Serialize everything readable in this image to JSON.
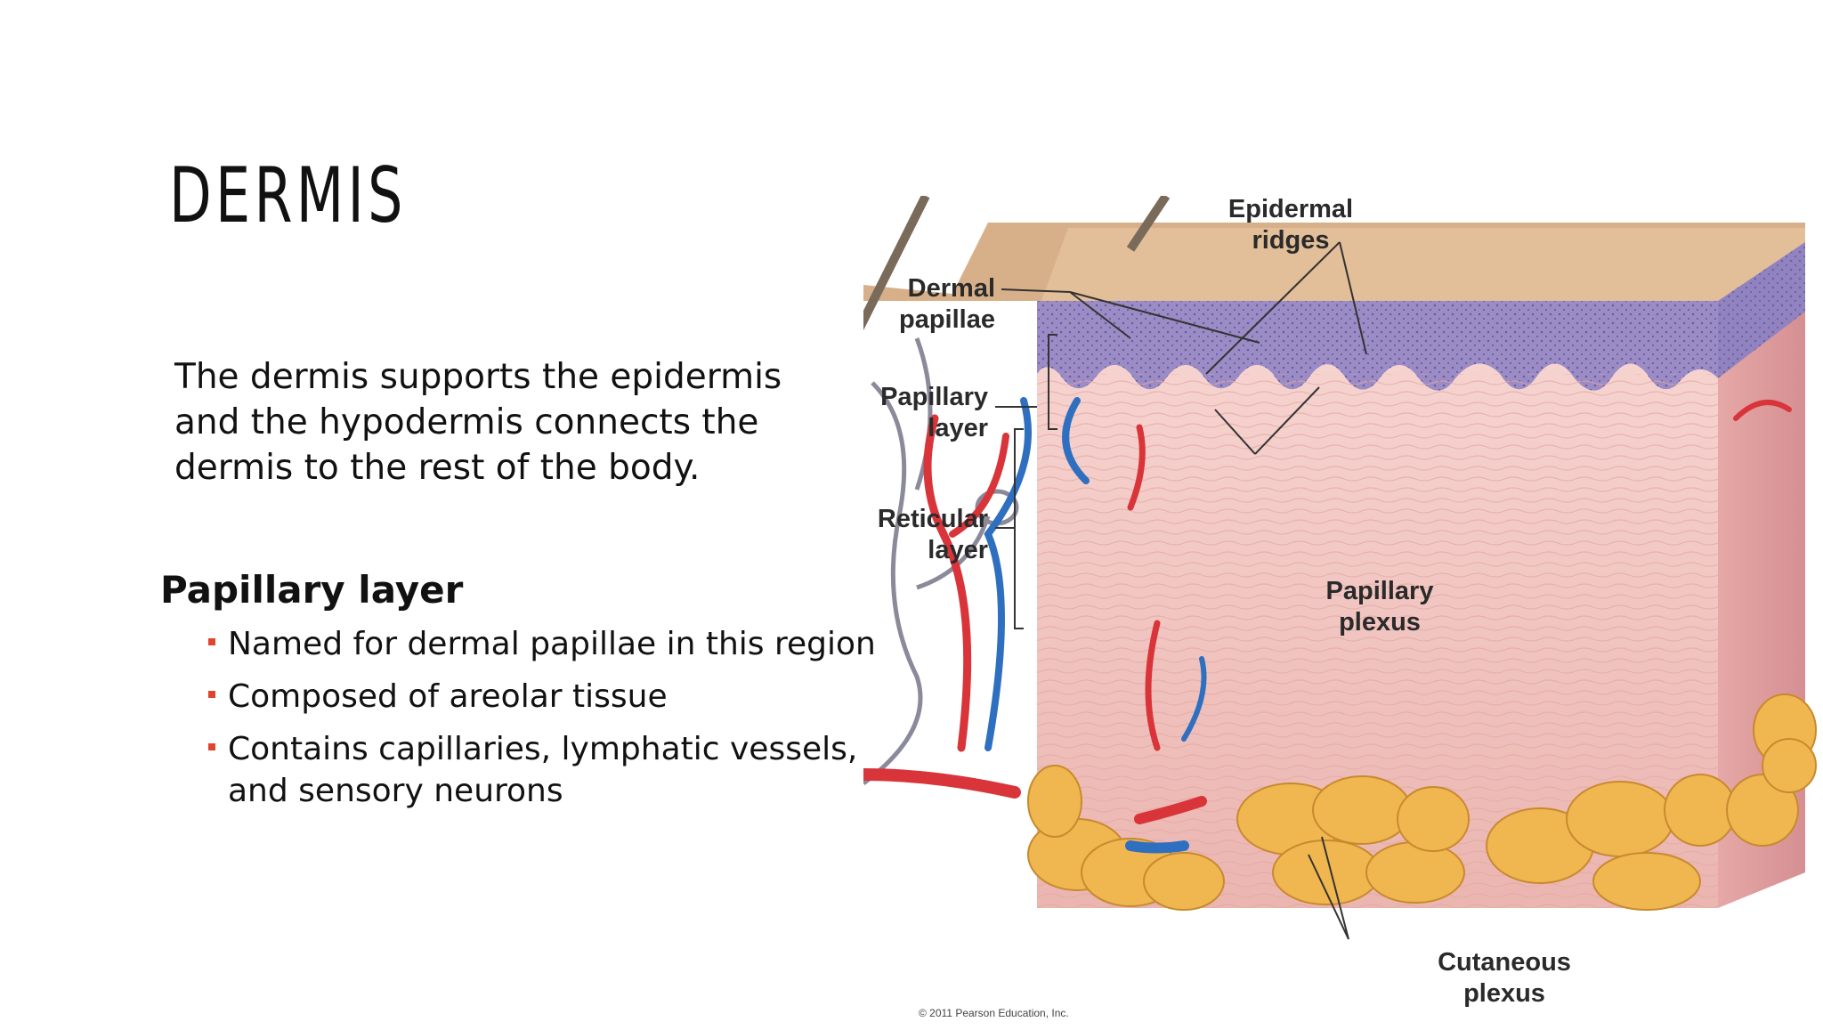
{
  "slide": {
    "title": "DERMIS",
    "intro": "The dermis supports the epidermis and the hypodermis connects the dermis to the rest of the body.",
    "subheading": "Papillary layer",
    "bullets": [
      "Named for dermal papillae in this region",
      "Composed of areolar tissue",
      "Contains capillaries, lymphatic vessels, and sensory neurons"
    ]
  },
  "figure": {
    "labels": {
      "dermal_papillae_1": "Dermal",
      "dermal_papillae_2": "papillae",
      "papillary_layer_1": "Papillary",
      "papillary_layer_2": "layer",
      "reticular_layer_1": "Reticular",
      "reticular_layer_2": "layer",
      "epidermal_ridges_1": "Epidermal",
      "epidermal_ridges_2": "ridges",
      "papillary_plexus_1": "Papillary",
      "papillary_plexus_2": "plexus",
      "cutaneous_plexus_1": "Cutaneous",
      "cutaneous_plexus_2": "plexus"
    },
    "copyright": "© 2011 Pearson Education, Inc."
  },
  "colors": {
    "accent_bullet": "#e0452b",
    "epidermis": "#9c8cc6",
    "dermis": "#f2c9c4",
    "adipose": "#f0b650",
    "artery": "#d8343a",
    "vein": "#2f6fc0"
  }
}
